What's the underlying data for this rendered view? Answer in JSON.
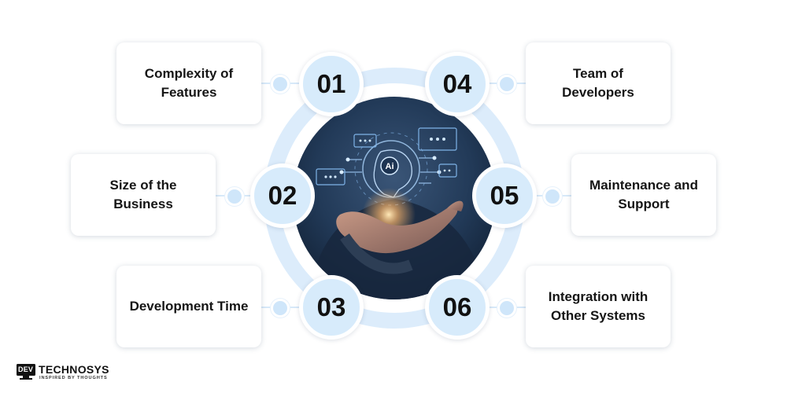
{
  "items": [
    {
      "number": "01",
      "label": "Complexity of Features"
    },
    {
      "number": "02",
      "label": "Size of the Business"
    },
    {
      "number": "03",
      "label": "Development Time"
    },
    {
      "number": "04",
      "label": "Team of Developers"
    },
    {
      "number": "05",
      "label": "Maintenance and Support"
    },
    {
      "number": "06",
      "label": "Integration with Other Systems"
    }
  ],
  "center_image": {
    "icon": "ai-brain-hand-icon",
    "badge_text": "Ai"
  },
  "logo": {
    "dev": "DEV",
    "technosys": "TECHNOSYS",
    "tagline": "INSPIRED BY THOUGHTS"
  },
  "colors": {
    "accent_light": "#d7ebfb",
    "ring": "#dcecfb",
    "text": "#151515",
    "photo_dark": "#1b2d45"
  }
}
